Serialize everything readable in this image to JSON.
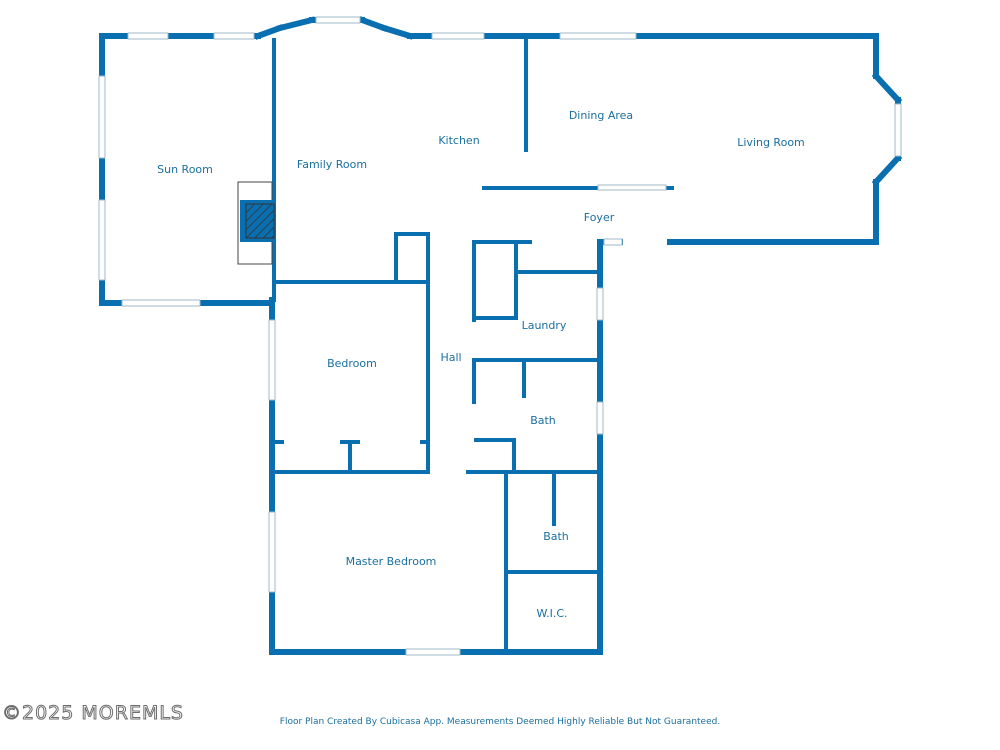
{
  "rooms": {
    "sun_room": "Sun Room",
    "family_room": "Family Room",
    "kitchen": "Kitchen",
    "dining_area": "Dining Area",
    "living_room": "Living Room",
    "foyer": "Foyer",
    "laundry": "Laundry",
    "bedroom": "Bedroom",
    "hall": "Hall",
    "bath_upper": "Bath",
    "bath_lower": "Bath",
    "master_bedroom": "Master Bedroom",
    "wic": "W.I.C."
  },
  "watermark": "©2025 MOREMLS",
  "footer": "Floor Plan Created By Cubicasa App. Measurements Deemed Highly Reliable But Not Guaranteed.",
  "colors": {
    "wall": "#0a6fb0",
    "label": "#1a6f9f"
  }
}
